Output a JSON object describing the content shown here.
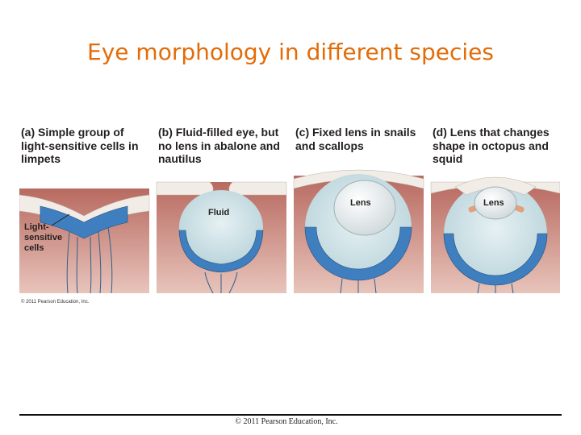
{
  "slide": {
    "title": "Eye morphology in different species",
    "footer_credit": "© 2011 Pearson Education, Inc."
  },
  "figure": {
    "credit": "© 2011 Pearson Education, Inc.",
    "panels": [
      {
        "caption": "(a) Simple group of light-sensitive cells in limpets",
        "label": "Light-sensitive cells"
      },
      {
        "caption": "(b) Fluid-filled eye, but no lens in abalone and nautilus",
        "label": "Fluid"
      },
      {
        "caption": "(c) Fixed lens in snails and scallops",
        "label": "Lens"
      },
      {
        "caption": "(d) Lens that changes shape in octopus and squid",
        "label": "Lens"
      }
    ]
  },
  "colors": {
    "title": "#e36c09",
    "tissue": "#c47c71",
    "photoreceptor": "#3f7fbf",
    "fluid": "#cfe3e8",
    "lens": "#f3f5f6",
    "muscle": "#e3a07a"
  }
}
